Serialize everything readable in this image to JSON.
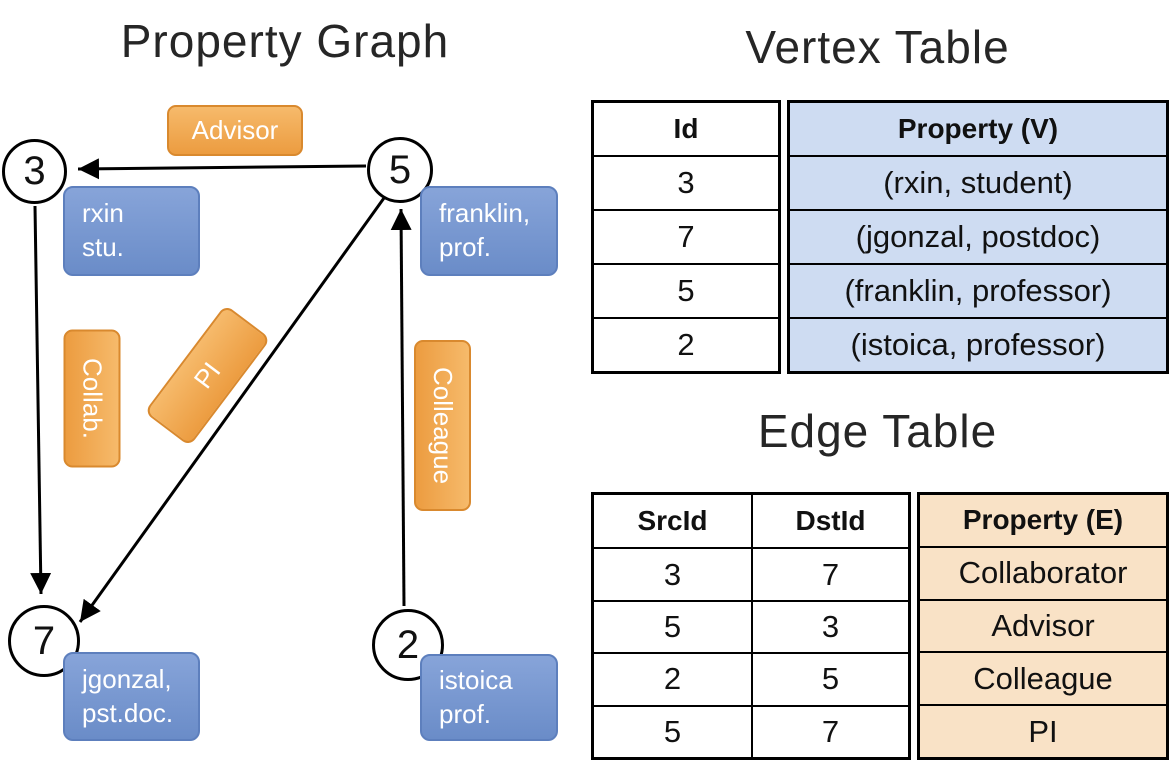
{
  "titles": {
    "graph": "Property Graph",
    "vertex_table": "Vertex Table",
    "edge_table": "Edge Table"
  },
  "graph": {
    "nodes": [
      {
        "id": "3",
        "props": "rxin\nstu."
      },
      {
        "id": "5",
        "props": "franklin,\nprof."
      },
      {
        "id": "7",
        "props": "jgonzal,\npst.doc."
      },
      {
        "id": "2",
        "props": "istoica\nprof."
      }
    ],
    "edge_labels": {
      "advisor": "Advisor",
      "collab": "Collab.",
      "pi": "PI",
      "colleague": "Colleague"
    }
  },
  "vertex_table": {
    "headers": [
      "Id",
      "Property (V)"
    ],
    "rows": [
      [
        "3",
        "(rxin, student)"
      ],
      [
        "7",
        "(jgonzal, postdoc)"
      ],
      [
        "5",
        "(franklin, professor)"
      ],
      [
        "2",
        "(istoica, professor)"
      ]
    ]
  },
  "edge_table": {
    "headers": [
      "SrcId",
      "DstId",
      "Property (E)"
    ],
    "rows": [
      [
        "3",
        "7",
        "Collaborator"
      ],
      [
        "5",
        "3",
        "Advisor"
      ],
      [
        "2",
        "5",
        "Colleague"
      ],
      [
        "5",
        "7",
        "PI"
      ]
    ]
  },
  "colors": {
    "edge_label_fill": "#F0A44F",
    "edge_label_border": "#D9892E",
    "vertex_label_fill": "#7293CE",
    "vertex_label_border": "#5D7FBD",
    "vertex_table_cell_bg": "#CEDCF2",
    "edge_table_cell_bg": "#F9E2C6",
    "arrow_color": "#000000"
  }
}
